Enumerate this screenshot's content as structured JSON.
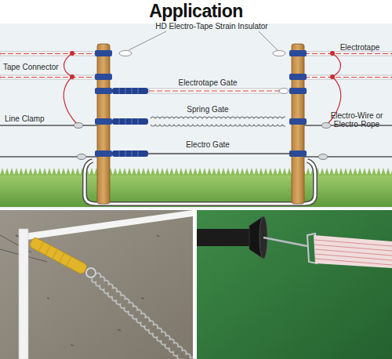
{
  "diagram": {
    "title": "Application",
    "labels": [
      "HD Electro-Tape Strain Insulator",
      "Electrotape",
      "Tape Connector",
      "Electrotape Gate",
      "Spring Gate",
      "Line Clamp",
      "Electro Gate",
      "Electro-Wire or Electro-Rope"
    ]
  }
}
